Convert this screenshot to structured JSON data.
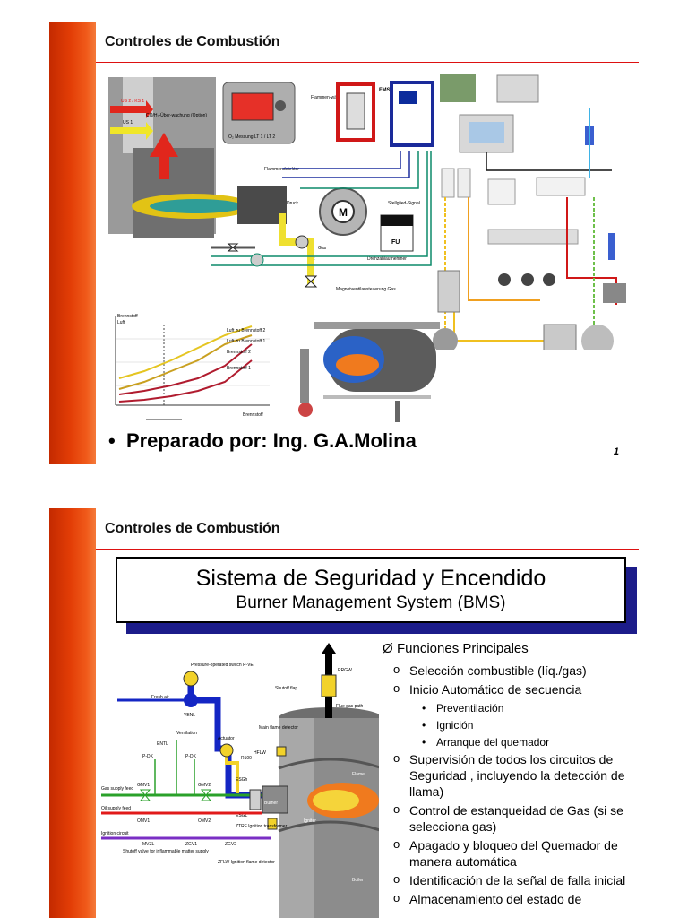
{
  "slide1": {
    "title": "Controles de Combustión",
    "diagram_labels": {
      "us": "US 2 / KS 1",
      "co_h2": "CO/H₂-Über-wachung (Option)",
      "us1": "US 1",
      "o2": "O₂ Messung LT 1 / LT 2",
      "flame_guard": "Flammen-wächter",
      "fms": "FMS",
      "flame_det": "Flammendetektor",
      "pressure": "Druck",
      "signal": "Stellglied-Signal",
      "motor": "M",
      "fu": "FU",
      "gas": "Gas",
      "air": "Luft",
      "speed": "Drehzahlaufnehmer",
      "magnet": "Magnetventilansteuerung Gas",
      "chart_y1": "Brennstoff",
      "chart_y2": "Luft",
      "curve1": "Luft zu Brennstoff 2",
      "curve2": "Luft zu Brennstoff 1",
      "curve3": "Brennstoff 2",
      "curve4": "Brennstoff 1",
      "chart_x": "Brennstoff"
    },
    "bullet": "Preparado por: Ing. G.A.Molina",
    "page_number": "1"
  },
  "slide2": {
    "title": "Controles de Combustión",
    "box_title": "Sistema de Seguridad y Encendido",
    "box_subtitle": "Burner Management System (BMS)",
    "diagram_labels": {
      "pressure_switch": "Pressure-operated switch P-VE",
      "fresh_air": "Fresh air",
      "venl": "VENL",
      "ventilation": "Ventilation",
      "entl": "ENTL",
      "pdk1": "P-DK",
      "pdk2": "P-DK",
      "actuator": "Actuator",
      "gas_feed": "Gas supply feed",
      "oil_feed": "Oil supply feed",
      "gmv1": "GMV1",
      "gmv2": "GMV2",
      "omv1": "OMV1",
      "omv2": "OMV2",
      "ignition_circuit": "Ignition circuit",
      "mvzl": "MVZL",
      "zgv1": "ZGV1",
      "zgv2": "ZGV2",
      "shutoff_valve": "Shutoff valve for inflammable matter supply",
      "zflw": "ZFLW Ignition flame detector",
      "hflw": "HFLW",
      "main_flame": "Main flame detector",
      "r100": "R100",
      "esgh": "ESGh",
      "esgl": "ESGL",
      "ztrf": "ZTRF Ignition transformer",
      "burner": "Burner",
      "igniter": "Igniter",
      "flame": "Flame",
      "boiler": "Boiler",
      "shutoff_flap": "Shutoff flap",
      "rrgw": "RRGW",
      "flue_gas": "Flue gas path"
    },
    "functions_heading": "Funciones Principales",
    "functions": [
      {
        "text": "Selección combustible (líq./gas)",
        "sub": []
      },
      {
        "text": "Inicio Automático de secuencia",
        "sub": [
          "Preventilación",
          "Ignición",
          "Arranque del quemador"
        ]
      },
      {
        "text": "Supervisión de todos los circuitos de Seguridad , incluyendo la detección de llama)",
        "sub": []
      },
      {
        "text": "Control de estanqueidad  de Gas (si se selecciona gas)",
        "sub": []
      },
      {
        "text": "Apagado y bloqueo del Quemador de manera automática",
        "sub": []
      },
      {
        "text": "Identificación de la señal de falla inicial",
        "sub": []
      },
      {
        "text": "Almacenamiento del estado de",
        "sub": []
      }
    ]
  }
}
